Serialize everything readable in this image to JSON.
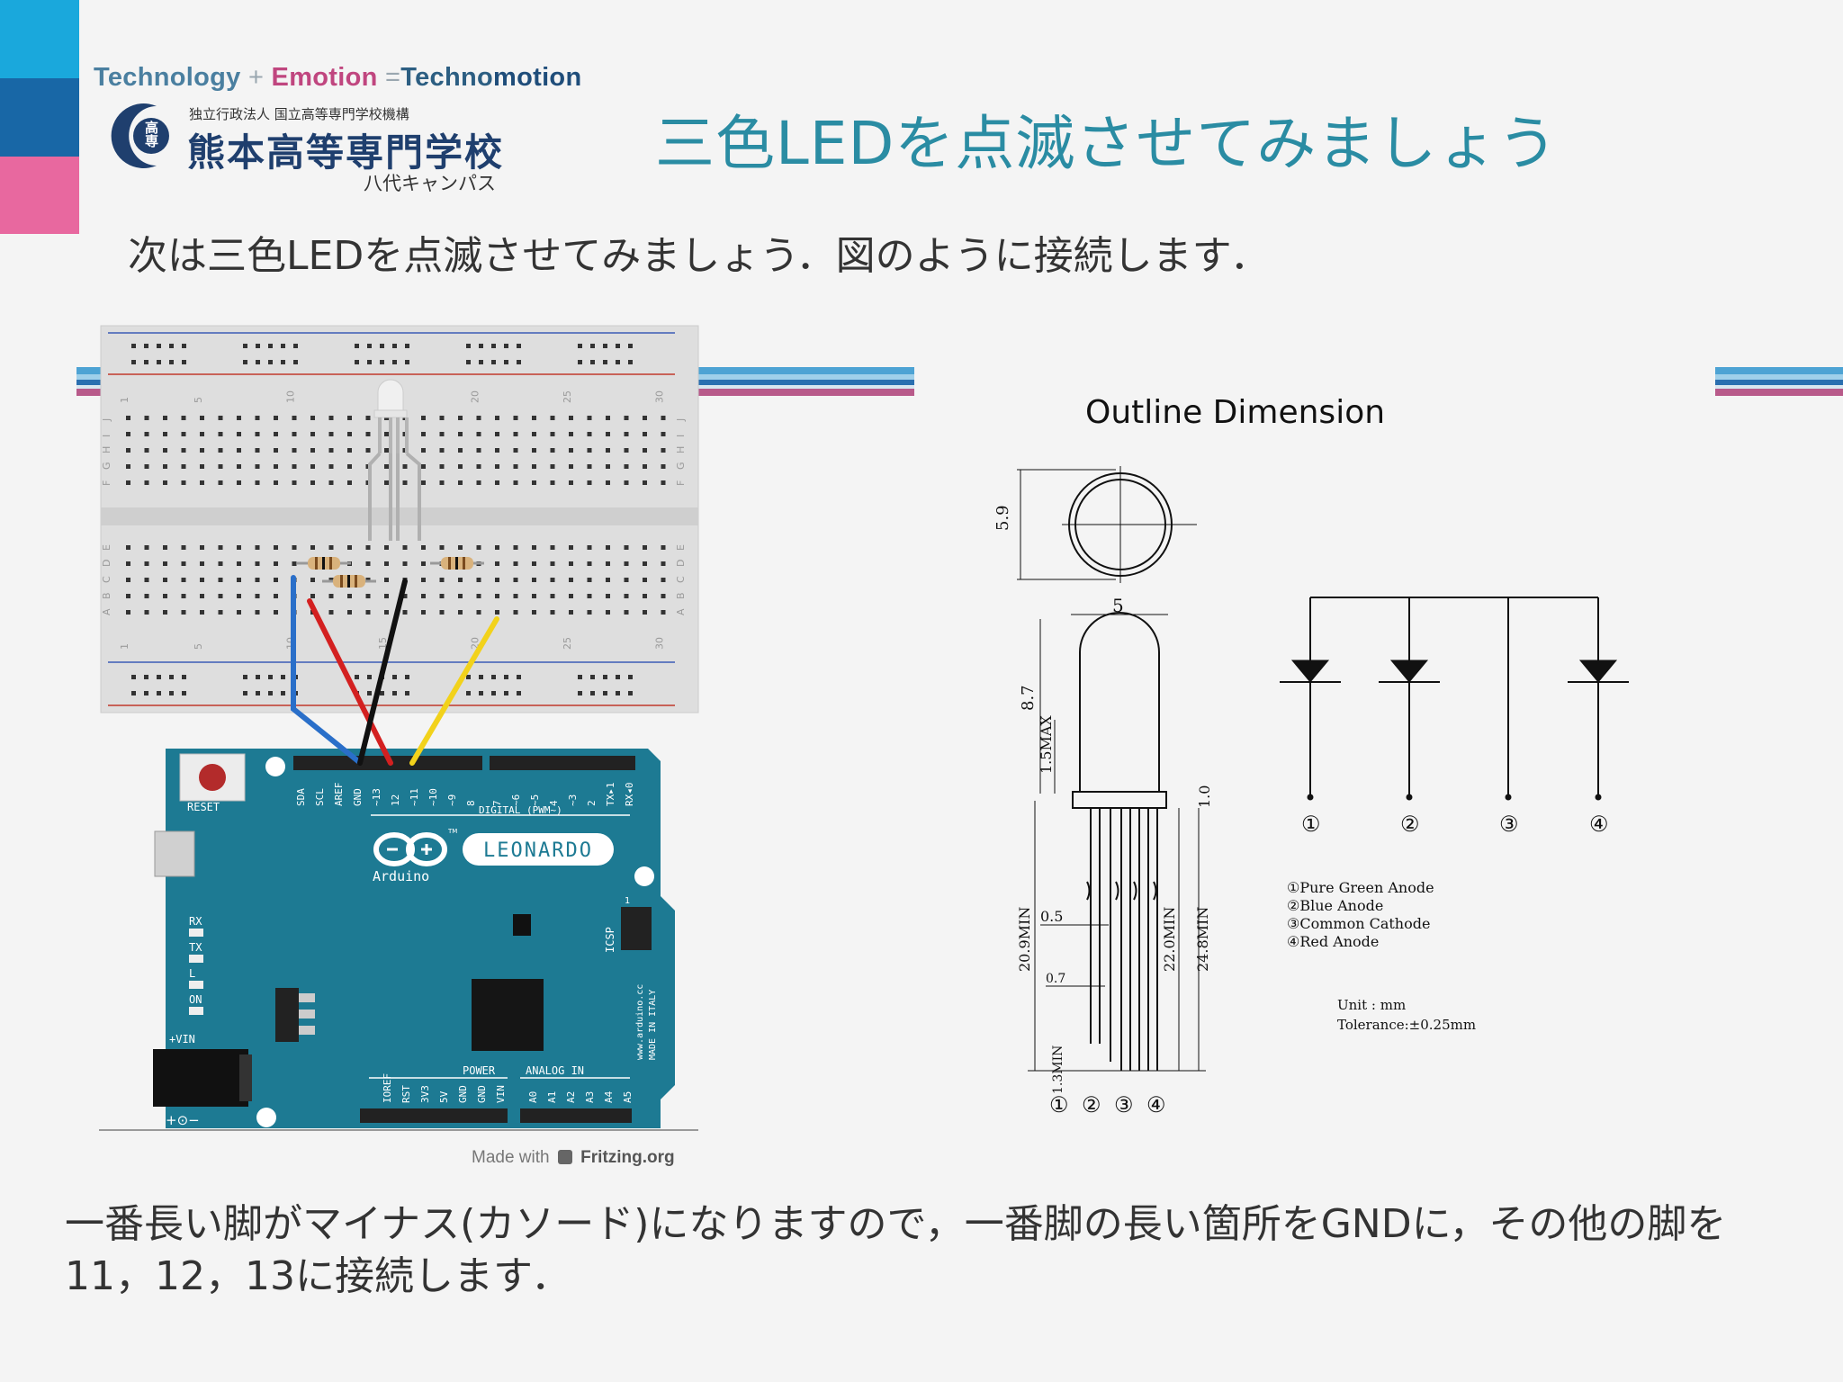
{
  "brand": {
    "tagline": {
      "part1": "Technology",
      "plus": "+",
      "part2": "Emotion",
      "equals": "=",
      "part3": "Techno",
      "part4": "motion"
    },
    "logo_mark": "高専",
    "subtitle": "独立行政法人 国立高等専門学校機構",
    "school_name": "熊本高等専門学校",
    "campus": "八代キャンパス",
    "colors": {
      "cyan": "#1aa8dc",
      "navy": "#1867a6",
      "pink": "#e8689f"
    }
  },
  "slide": {
    "title": "三色LEDを点滅させてみましょう",
    "intro": "次は三色LEDを点滅させてみましょう．図のように接続します．",
    "outro": "一番長い脚がマイナス(カソード)になりますので，一番脚の長い箇所をGNDに，その他の脚を11，12，13に接続します．"
  },
  "breadboard": {
    "column_numbers": [
      "1",
      "5",
      "10",
      "15",
      "20",
      "25",
      "30"
    ],
    "row_letters_top": [
      "J",
      "I",
      "H",
      "G",
      "F"
    ],
    "row_letters_bottom": [
      "E",
      "D",
      "C",
      "B",
      "A"
    ]
  },
  "arduino": {
    "reset_label": "RESET",
    "model": "LEONARDO",
    "brand": "Arduino",
    "digital_label": "DIGITAL (PWM~)",
    "digital_pins": [
      "SDA",
      "SCL",
      "AREF",
      "GND",
      "~13",
      "12",
      "~11",
      "~10",
      "~9",
      "8",
      "7",
      "~6",
      "~5",
      "4",
      "~3",
      "2",
      "TX▸1",
      "RX◂0"
    ],
    "leds": [
      "RX",
      "TX",
      "L",
      "ON"
    ],
    "vin_label": "+VIN",
    "icsp_label": "ICSP",
    "icsp_num": "1",
    "website": "www.arduino.cc",
    "made_in": "MADE IN ITALY",
    "power_label": "POWER",
    "analog_label": "ANALOG IN",
    "power_pins": [
      "IOREF",
      "RST",
      "3V3",
      "5V",
      "GND",
      "GND",
      "VIN"
    ],
    "analog_pins": [
      "A0",
      "A1",
      "A2",
      "A3",
      "A4",
      "A5"
    ],
    "polarity": "+⊙−",
    "tm": "TM"
  },
  "credit": {
    "made_with": "Made with",
    "site": "Fritzing.org"
  },
  "datasheet": {
    "heading": "Outline Dimension",
    "dims": {
      "d59": "5.9",
      "d5": "5",
      "d87": "8.7",
      "d15max": "1.5MAX",
      "d10": "1.0",
      "d209": "20.9MIN",
      "d05": "0.5",
      "d07": "0.7",
      "d220": "22.0MIN",
      "d248": "24.8MIN",
      "d13": "1.3MIN"
    },
    "pin_numbers": [
      "①",
      "②",
      "③",
      "④"
    ],
    "legend": [
      "①Pure Green Anode",
      "②Blue Anode",
      "③Common Cathode",
      "④Red Anode"
    ],
    "unit": "Unit : mm",
    "tolerance": "Tolerance:±0.25mm"
  }
}
